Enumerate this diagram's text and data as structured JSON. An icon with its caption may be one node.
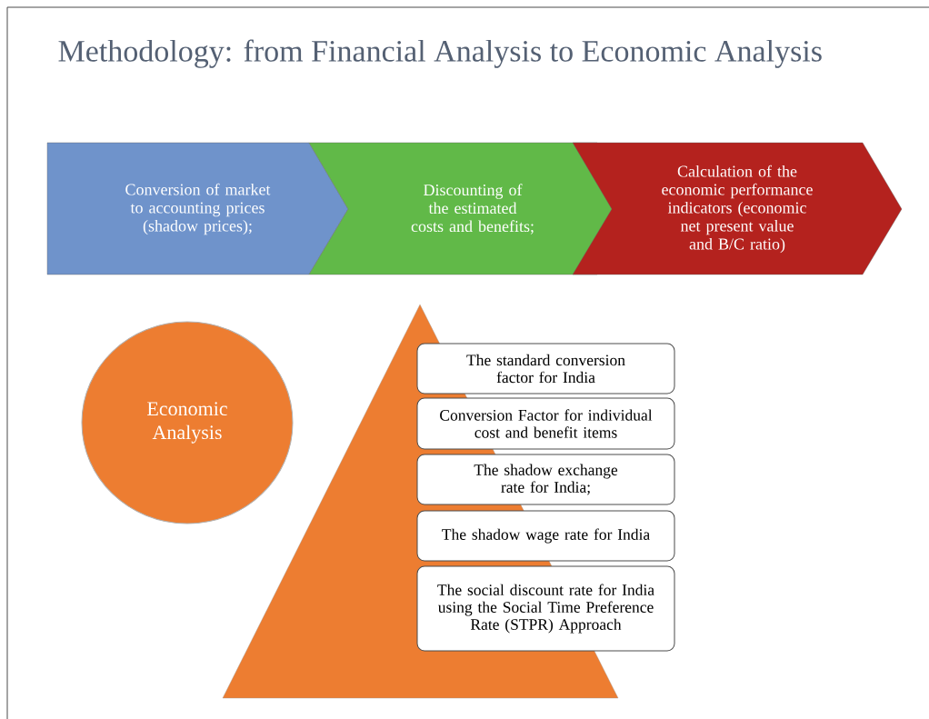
{
  "diagram": {
    "title": "Methodology: from Financial Analysis to Economic Analysis",
    "nodes": [
      {
        "text": [
          "Conversion of market to accounting prices (shadow prices);"
        ]
      },
      {
        "text": [
          "Discounting of the estimated costs and benefits;"
        ]
      },
      {
        "text": [
          "Calculation of the economic performance indicators (economic net present value and B/C ratio)"
        ]
      },
      {
        "text": [
          "Economic Analysis"
        ]
      },
      {
        "text": [
          "The standard conversion factor for India"
        ]
      },
      {
        "text": [
          "Conversion Factor for individual cost and benefit items"
        ]
      },
      {
        "text": [
          "The shadow exchange rate for India;"
        ]
      },
      {
        "text": [
          "The shadow wage rate for India"
        ]
      },
      {
        "text": [
          "The social discount rate for India using the Social Time Preference Rate (STPR) Approach"
        ]
      }
    ]
  }
}
